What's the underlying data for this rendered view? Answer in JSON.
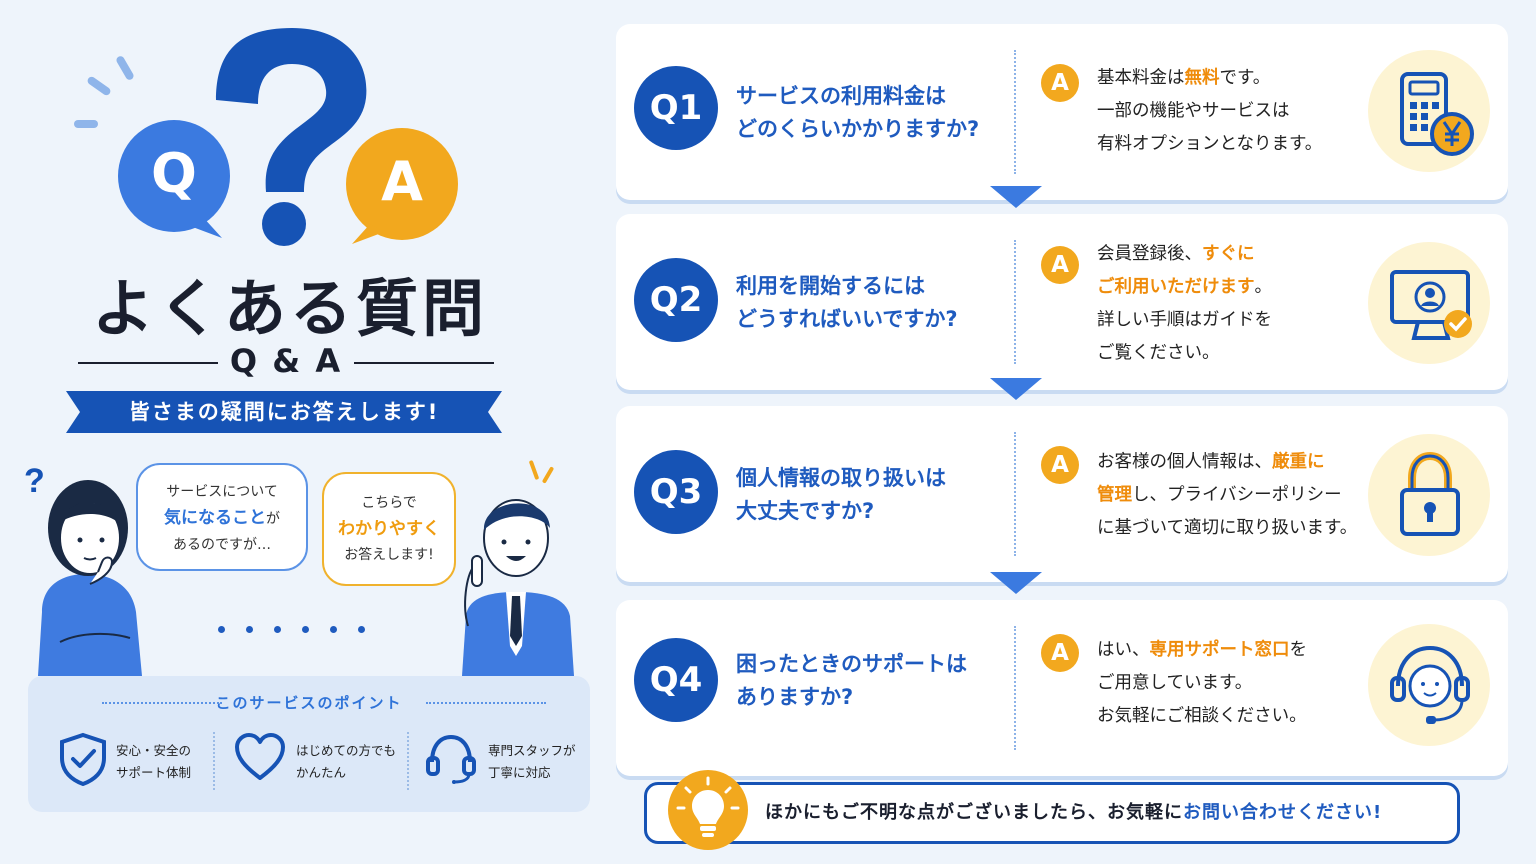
{
  "hero": {
    "q_letter": "Q",
    "a_letter": "A",
    "title": "よくある質問",
    "subtitle": "Q & A",
    "ribbon": "皆さまの疑問にお答えします!"
  },
  "bubbles": {
    "left": {
      "line1": "サービスについて",
      "hl": "気になること",
      "tail": "が",
      "line3": "あるのですが…"
    },
    "right": {
      "line1": "こちらで",
      "hl": "わかりやすく",
      "line3": "お答えします!"
    }
  },
  "points": {
    "title": "このサービスのポイント",
    "items": [
      {
        "line1": "安心・安全の",
        "line2": "サポート体制",
        "icon": "shield-check-icon"
      },
      {
        "line1": "はじめての方でも",
        "line2": "かんたん",
        "icon": "heart-icon"
      },
      {
        "line1": "専門スタッフが",
        "line2": "丁寧に対応",
        "icon": "headset-icon"
      }
    ]
  },
  "faq": [
    {
      "q_label": "Q1",
      "q_line1": "サービスの利用料金は",
      "q_line2": "どのくらいかかりますか?",
      "a_label": "A",
      "a": [
        [
          {
            "t": "基本料金は"
          },
          {
            "t": "無料",
            "hl": true
          },
          {
            "t": "です。"
          }
        ],
        [
          {
            "t": "一部の機能やサービスは"
          }
        ],
        [
          {
            "t": "有料オプションとなります。"
          }
        ]
      ],
      "icon": "calculator-yen-icon"
    },
    {
      "q_label": "Q2",
      "q_line1": "利用を開始するには",
      "q_line2": "どうすればいいですか?",
      "a_label": "A",
      "a": [
        [
          {
            "t": "会員登録後、"
          },
          {
            "t": "すぐに",
            "hl": true
          }
        ],
        [
          {
            "t": "ご利用いただけます",
            "hl": true
          },
          {
            "t": "。"
          }
        ],
        [
          {
            "t": "詳しい手順はガイドを"
          }
        ],
        [
          {
            "t": "ご覧ください。"
          }
        ]
      ],
      "icon": "monitor-user-check-icon"
    },
    {
      "q_label": "Q3",
      "q_line1": "個人情報の取り扱いは",
      "q_line2": "大丈夫ですか?",
      "a_label": "A",
      "a": [
        [
          {
            "t": "お客様の個人情報は、"
          },
          {
            "t": "厳重に",
            "hl": true
          }
        ],
        [
          {
            "t": "管理",
            "hl": true
          },
          {
            "t": "し、プライバシーポリシー"
          }
        ],
        [
          {
            "t": "に基づいて適切に取り扱います。"
          }
        ]
      ],
      "icon": "padlock-icon"
    },
    {
      "q_label": "Q4",
      "q_line1": "困ったときのサポートは",
      "q_line2": "ありますか?",
      "a_label": "A",
      "a": [
        [
          {
            "t": "はい、"
          },
          {
            "t": "専用サポート窓口",
            "hl": true
          },
          {
            "t": "を"
          }
        ],
        [
          {
            "t": "ご用意しています。"
          }
        ],
        [
          {
            "t": "お気軽にご相談ください。"
          }
        ]
      ],
      "icon": "support-agent-icon"
    }
  ],
  "footer": {
    "text": "ほかにもご不明な点がございましたら、お気軽に",
    "hl": "お問い合わせください!"
  },
  "colors": {
    "primary": "#1653b5",
    "accent": "#f2a81e",
    "highlight": "#ef8c0b"
  }
}
